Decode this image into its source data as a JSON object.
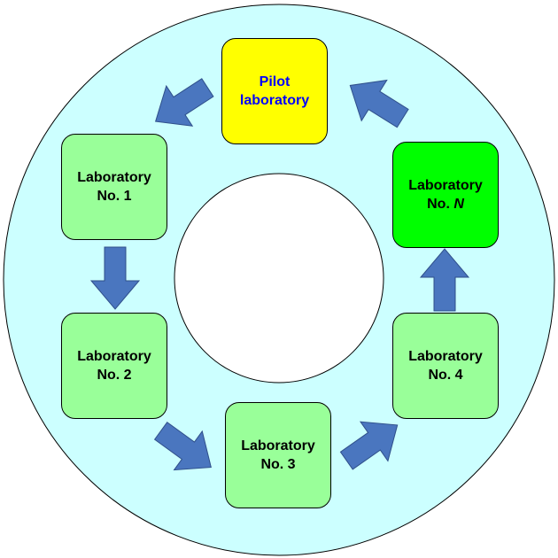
{
  "colors": {
    "ring": "#ccffff",
    "pilot": "#ffff00",
    "pilot_text": "#0000ff",
    "lab": "#99ff99",
    "lab_n": "#00ff00",
    "arrow": "#4a76bf"
  },
  "pilot": {
    "line1": "Pilot",
    "line2": "laboratory"
  },
  "lab1": {
    "line1": "Laboratory",
    "line2": "No. 1"
  },
  "lab2": {
    "line1": "Laboratory",
    "line2": "No. 2"
  },
  "lab3": {
    "line1": "Laboratory",
    "line2": "No. 3"
  },
  "lab4": {
    "line1": "Laboratory",
    "line2": "No. 4"
  },
  "labn": {
    "line1": "Laboratory",
    "line2_prefix": "No. ",
    "line2_var": "N"
  }
}
